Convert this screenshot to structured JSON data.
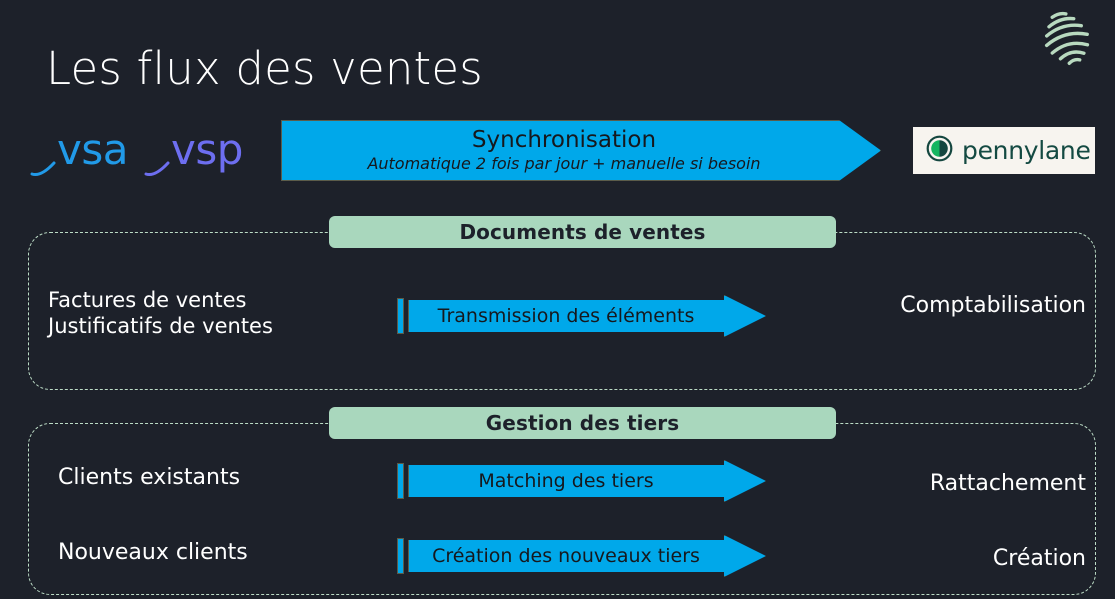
{
  "slide": {
    "title": "Les flux des ventes",
    "background_color": "#1d212a"
  },
  "decor": {
    "sphere_icon_name": "sphere-lines-logo",
    "sphere_color": "#b8d9bf"
  },
  "brands": {
    "vsa": {
      "label": "vsa",
      "color": "#219ae8",
      "swoosh": "swoosh-icon"
    },
    "vsp": {
      "label": "vsp",
      "color": "#6d6ef0",
      "swoosh": "swoosh-icon"
    },
    "pennylane": {
      "wordmark": "pennylane",
      "mark_color": "#14b560",
      "ring_color": "#14463f",
      "box_color": "#f7f4ef"
    }
  },
  "sync": {
    "title": "Synchronisation",
    "subtitle": "Automatique 2 fois par jour + manuelle si besoin",
    "fill_color": "#00a8ea",
    "border_color": "#5b5c4a"
  },
  "groups": [
    {
      "badge": "Documents de ventes",
      "badge_color": "#a9d7bd",
      "border_color": "#bcdcc6",
      "rows": [
        {
          "left": "Factures de ventes\nJustificatifs de ventes",
          "arrow": "Transmission des éléments",
          "right": "Comptabilisation"
        }
      ]
    },
    {
      "badge": "Gestion des tiers",
      "badge_color": "#a9d7bd",
      "border_color": "#bcdcc6",
      "rows": [
        {
          "left": "Clients existants",
          "arrow": "Matching des tiers",
          "right": "Rattachement"
        },
        {
          "left": "Nouveaux clients",
          "arrow": "Création des nouveaux tiers",
          "right": "Création"
        }
      ]
    }
  ]
}
